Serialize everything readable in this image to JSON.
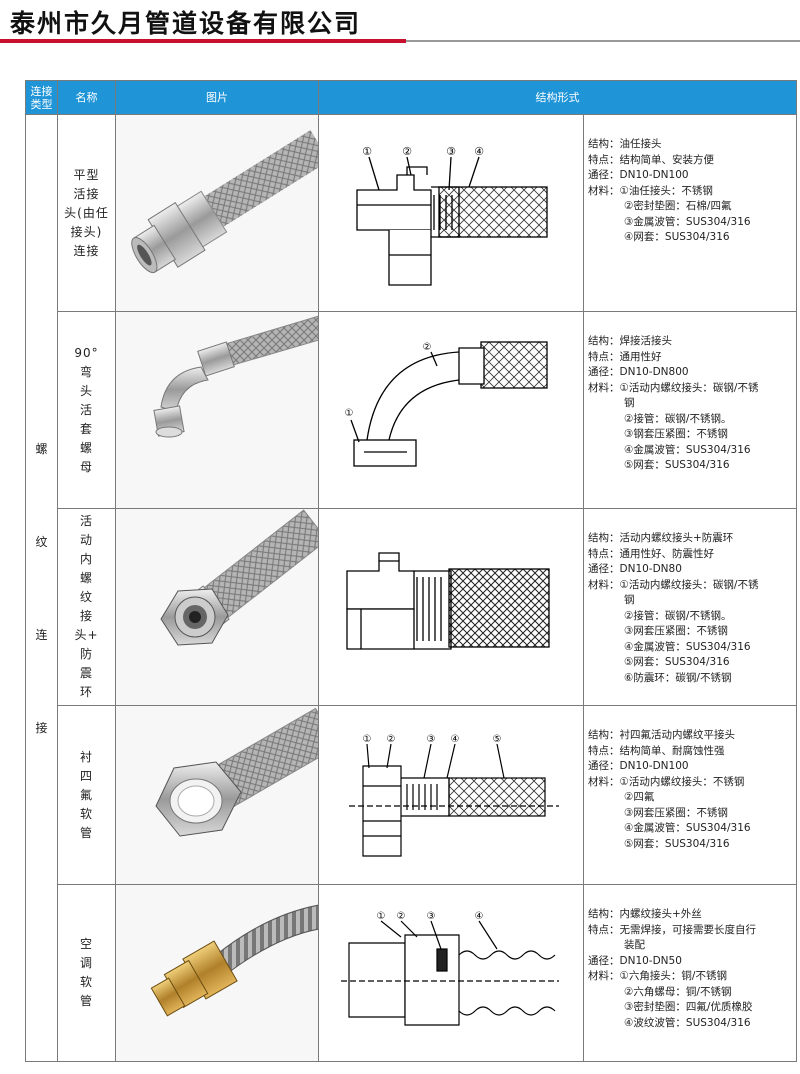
{
  "header": {
    "company": "泰州市久月管道设备有限公司"
  },
  "colors": {
    "accent_red": "#c8102e",
    "header_blue": "#1f95d8"
  },
  "table": {
    "headers": {
      "connection": "连接\n类型",
      "name": "名称",
      "picture": "图片",
      "structure": "结构形式"
    },
    "connection_type": [
      "螺",
      "纹",
      "连",
      "接"
    ],
    "rows": [
      {
        "name": "平型\n活接\n头(由任\n接头)\n连接",
        "callouts": [
          "①",
          "②",
          "③",
          "④"
        ],
        "desc": [
          {
            "t": "结构：油任接头"
          },
          {
            "t": "特点：结构简单、安装方便"
          },
          {
            "t": "通径：DN10-DN100"
          },
          {
            "t": "材料：①油任接头：不锈钢"
          },
          {
            "t": "②密封垫圈：石棉/四氟",
            "indent": true
          },
          {
            "t": "③金属波管：SUS304/316",
            "indent": true
          },
          {
            "t": "④网套：SUS304/316",
            "indent": true
          }
        ]
      },
      {
        "name": "90°\n弯\n头\n活\n套\n螺\n母",
        "callouts": [
          "①",
          "②"
        ],
        "desc": [
          {
            "t": "结构：焊接活接头"
          },
          {
            "t": "特点：通用性好"
          },
          {
            "t": "通径：DN10-DN800"
          },
          {
            "t": "材料：①活动内螺纹接头：碳钢/不锈"
          },
          {
            "t": "钢",
            "indent": true
          },
          {
            "t": "②接管：碳钢/不锈钢。",
            "indent": true
          },
          {
            "t": "③钢套压紧圈：不锈钢",
            "indent": true
          },
          {
            "t": "④金属波管：SUS304/316",
            "indent": true
          },
          {
            "t": "⑤网套：SUS304/316",
            "indent": true
          }
        ]
      },
      {
        "name": "活\n动\n内\n螺\n纹\n接\n头+\n防\n震\n环",
        "callouts": [],
        "desc": [
          {
            "t": "结构：活动内螺纹接头+防震环"
          },
          {
            "t": "特点：通用性好、防震性好"
          },
          {
            "t": "通径：DN10-DN80"
          },
          {
            "t": "材料：①活动内螺纹接头：碳钢/不锈"
          },
          {
            "t": "钢",
            "indent": true
          },
          {
            "t": "②接管：碳钢/不锈钢。",
            "indent": true
          },
          {
            "t": "③网套压紧圈：不锈钢",
            "indent": true
          },
          {
            "t": "④金属波管：SUS304/316",
            "indent": true
          },
          {
            "t": "⑤网套：SUS304/316",
            "indent": true
          },
          {
            "t": "⑥防震环：碳钢/不锈钢",
            "indent": true
          }
        ]
      },
      {
        "name": "衬\n四\n氟\n软\n管",
        "callouts": [
          "①",
          "②",
          "③",
          "④",
          "⑤"
        ],
        "desc": [
          {
            "t": "结构：衬四氟活动内螺纹平接头"
          },
          {
            "t": "特点：结构简单、耐腐蚀性强"
          },
          {
            "t": "通径：DN10-DN100"
          },
          {
            "t": "材料：①活动内螺纹接头：不锈钢"
          },
          {
            "t": "②四氟",
            "indent": true
          },
          {
            "t": "③网套压紧圈：不锈钢",
            "indent": true
          },
          {
            "t": "④金属波管：SUS304/316",
            "indent": true
          },
          {
            "t": "⑤网套：SUS304/316",
            "indent": true
          }
        ]
      },
      {
        "name": "空\n调\n软\n管",
        "callouts": [
          "①",
          "②",
          "③",
          "④"
        ],
        "desc": [
          {
            "t": "结构：内螺纹接头+外丝"
          },
          {
            "t": "特点：无需焊接，可接需要长度自行"
          },
          {
            "t": "装配",
            "indent": true
          },
          {
            "t": "通径：DN10-DN50"
          },
          {
            "t": "材料：①六角接头：铜/不锈钢"
          },
          {
            "t": "②六角螺母：铜/不锈钢",
            "indent": true
          },
          {
            "t": "③密封垫圈：四氟/优质橡胶",
            "indent": true
          },
          {
            "t": "④波纹波管：SUS304/316",
            "indent": true
          }
        ]
      }
    ]
  }
}
